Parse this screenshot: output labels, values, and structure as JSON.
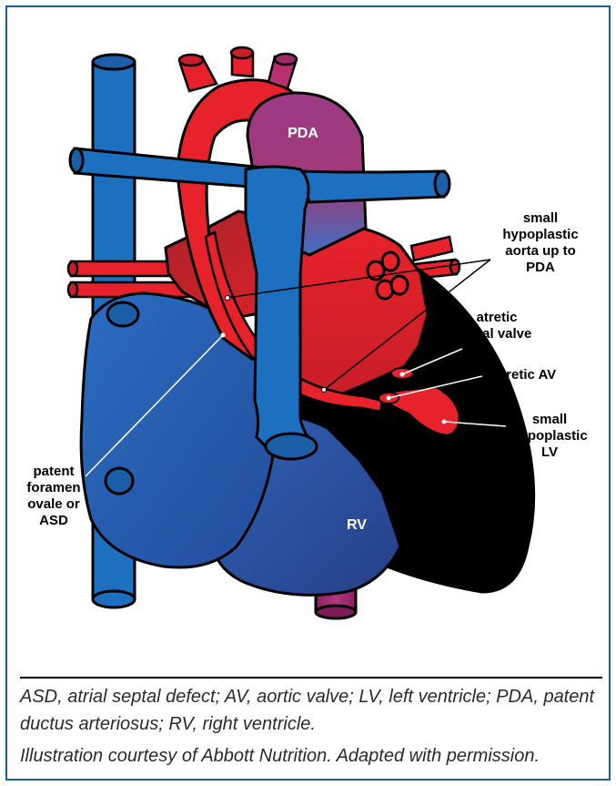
{
  "labels": {
    "pda": "PDA",
    "rv": "RV",
    "aorta": [
      "small",
      "hypoplastic",
      "aorta up to",
      "PDA"
    ],
    "mital": [
      "atretic",
      "mital valve"
    ],
    "av": "atretic AV",
    "lv": [
      "small",
      "hypoplastic",
      "LV"
    ],
    "asd": [
      "patent",
      "foramen",
      "ovale or",
      "ASD"
    ]
  },
  "caption": {
    "abbreviations": "ASD, atrial septal defect; AV, aortic valve; LV, left ventricle; PDA, patent ductus arteriosus; RV, right ventricle.",
    "credit": "Illustration courtesy of Abbott Nutrition. Adapted with permission."
  },
  "colors": {
    "frame": "#1c5f92",
    "blue": "#1d6fc0",
    "dark_blue": "#2a4e96",
    "red": "#e8222a",
    "purple": "#a23d7b",
    "black": "#000000"
  }
}
